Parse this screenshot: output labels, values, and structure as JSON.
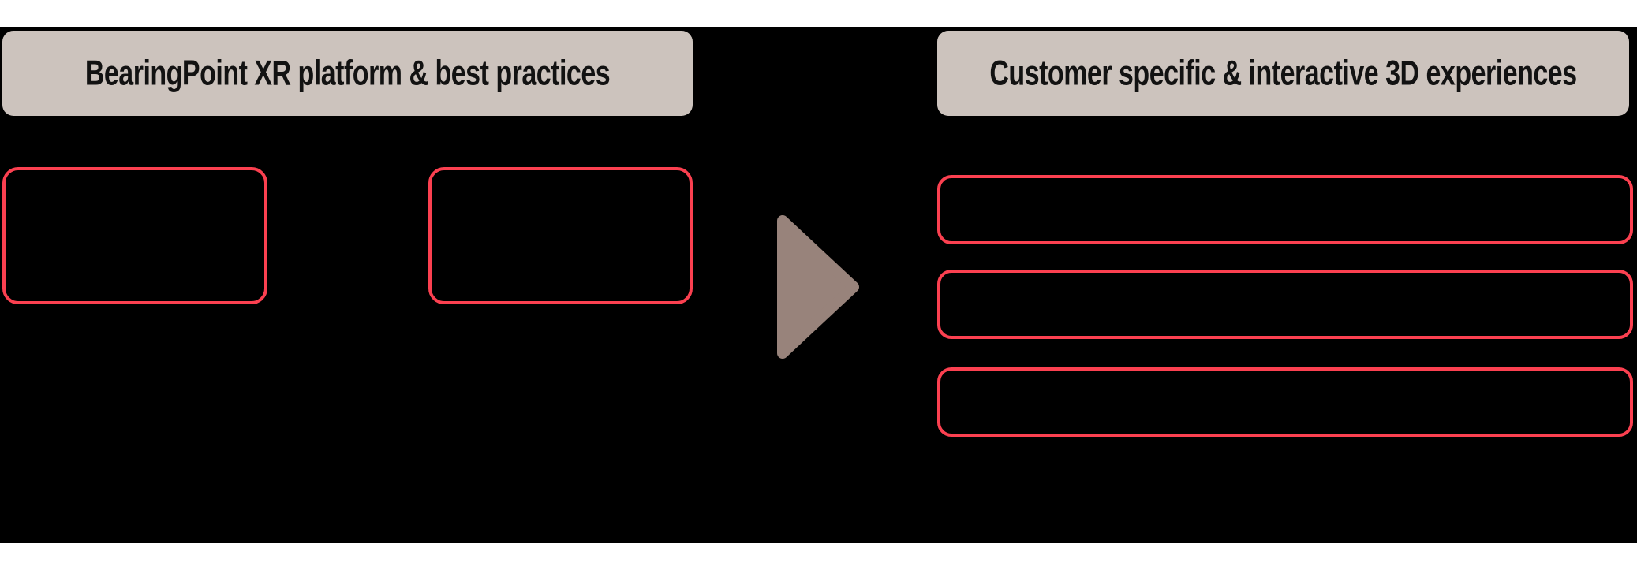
{
  "left_section": {
    "header": "BearingPoint XR platform & best practices",
    "outlined_box_count": 2
  },
  "right_section": {
    "header": "Customer specific & interactive 3D experiences",
    "outlined_box_count": 3
  },
  "arrow": {
    "icon": "right-pointing-triangle-arrow"
  },
  "colors": {
    "page_background": "#ffffff",
    "diagram_background": "#000000",
    "header_background": "#ccc3bd",
    "header_text": "#121212",
    "box_outline": "#fb4050",
    "arrow_fill": "#98837b"
  }
}
